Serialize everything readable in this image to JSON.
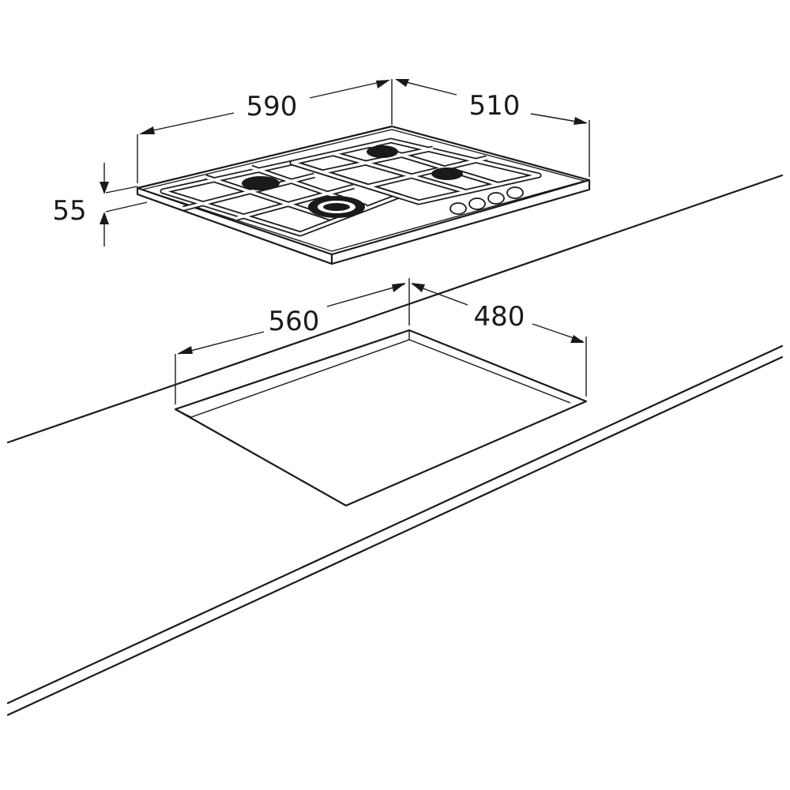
{
  "dimensions": {
    "hob_width": "590",
    "hob_depth": "510",
    "hob_height": "55",
    "cutout_width": "560",
    "cutout_depth": "480"
  }
}
